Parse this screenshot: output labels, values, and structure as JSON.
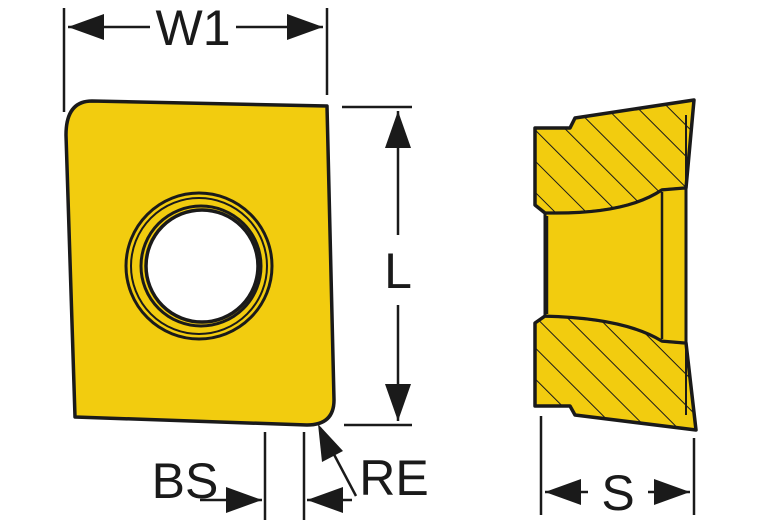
{
  "diagram": {
    "labels": {
      "w1": "W1",
      "l": "L",
      "bs": "BS",
      "re": "RE",
      "s": "S"
    },
    "colors": {
      "insert_fill": "#F2CC0F",
      "outline": "#1a1a1a",
      "background": "#FFFFFF"
    }
  }
}
